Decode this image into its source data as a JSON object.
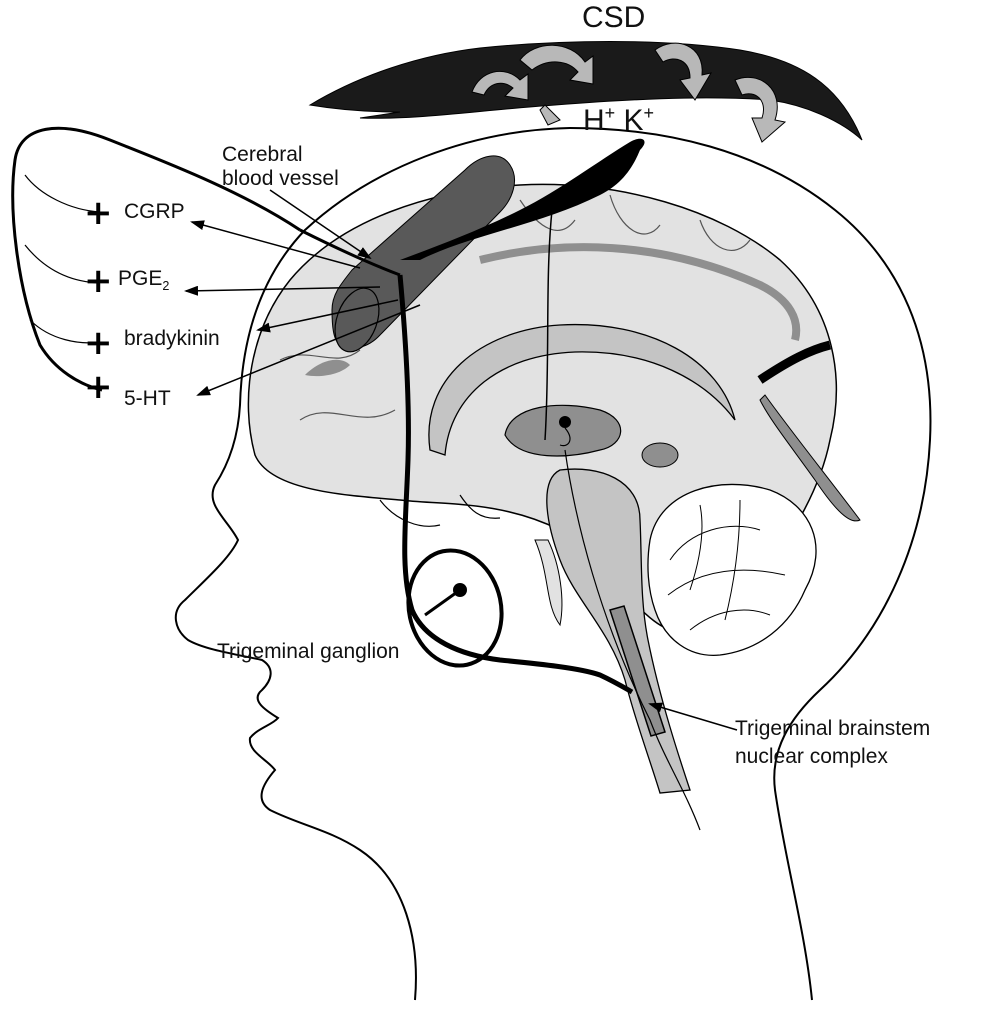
{
  "labels": {
    "csd": "CSD",
    "ions": {
      "h": "H",
      "h_charge": "+",
      "k": "K",
      "k_charge": "+"
    },
    "cerebral_vessel": [
      "Cerebral",
      "blood vessel"
    ],
    "mediators": [
      {
        "name": "CGRP",
        "sub": ""
      },
      {
        "name": "PGE",
        "sub": "2"
      },
      {
        "name": "bradykinin",
        "sub": ""
      },
      {
        "name": "5-HT",
        "sub": ""
      }
    ],
    "plus_sign": "+",
    "trigeminal_ganglion": "Trigeminal ganglion",
    "brainstem_complex": [
      "Trigeminal brainstem",
      "nuclear complex"
    ]
  },
  "colors": {
    "ink": "#000000",
    "brain_light": "#e2e2e2",
    "brain_mid": "#c4c4c4",
    "brain_dark": "#8f8f8f",
    "vessel": "#595959",
    "csd_wave": "#1a1a1a",
    "csd_arrows": "#b8b8b8"
  }
}
